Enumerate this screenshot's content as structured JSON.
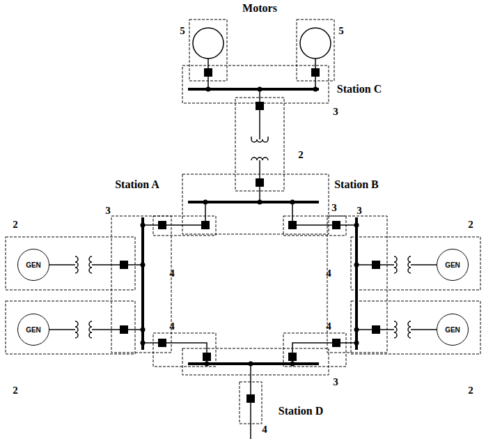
{
  "diagram": {
    "nodes": [
      {
        "text": [
          "GEN"
        ]
      },
      {
        "text": [
          "GEN"
        ]
      },
      {
        "text": [
          "GEN"
        ]
      },
      {
        "text": [
          "GEN"
        ]
      }
    ],
    "edges": [],
    "labels": [
      "Motors",
      "5",
      "5",
      "Station C",
      "3",
      "2",
      "Station A",
      "Station B",
      "3",
      "3",
      "3",
      "2",
      "2",
      "4",
      "4",
      "2",
      "2",
      "4",
      "4",
      "3",
      "Station D",
      "4"
    ]
  }
}
